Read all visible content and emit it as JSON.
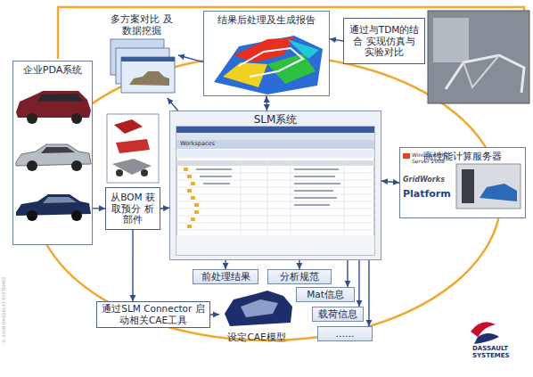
{
  "diagram": {
    "nodes": [
      {
        "text": [
          "多方案对比 及数据挖掘"
        ]
      },
      {
        "text": [
          "结果后处理及生成报告"
        ]
      },
      {
        "text": [
          "通过与TDM的结合 实现仿真与 实验对比"
        ]
      },
      {
        "text": [
          "企业PDA系统"
        ]
      },
      {
        "text": [
          "从BOM 获取预分 析部件"
        ]
      },
      {
        "text": [
          "SLM系统"
        ]
      },
      {
        "text": [
          "高性能计算服务器"
        ]
      },
      {
        "text": [
          "前处理结果"
        ]
      },
      {
        "text": [
          "分析规范"
        ]
      },
      {
        "text": [
          "Mat信息"
        ]
      },
      {
        "text": [
          "载荷信息"
        ]
      },
      {
        "text": [
          "……"
        ]
      },
      {
        "text": [
          "通过SLM Connector 启动相关CAE工具"
        ]
      },
      {
        "text": [
          "设定CAE模型"
        ]
      }
    ],
    "edges": [
      {
        "from": 5,
        "to": 0,
        "arrow": "to"
      },
      {
        "from": 1,
        "to": 5,
        "arrow": "both"
      },
      {
        "from": 2,
        "to": 1,
        "arrow": "to"
      },
      {
        "from": 1,
        "to": 0,
        "arrow": "to"
      },
      {
        "from": 5,
        "to": 6,
        "arrow": "both"
      },
      {
        "from": 3,
        "to": 4,
        "arrow": "to"
      },
      {
        "from": 4,
        "to": 5,
        "arrow": "to"
      },
      {
        "from": 4,
        "to": 12,
        "arrow": "to"
      },
      {
        "from": 12,
        "to": 13,
        "arrow": "to"
      },
      {
        "from": 5,
        "to": 7,
        "arrow": "to"
      },
      {
        "from": 5,
        "to": 8,
        "arrow": "to"
      },
      {
        "from": 5,
        "to": 9,
        "arrow": "to"
      },
      {
        "from": 5,
        "to": 10,
        "arrow": "to"
      },
      {
        "from": 5,
        "to": 11,
        "arrow": "to"
      }
    ],
    "labels": [
      "Workspaces",
      "Windows HPC Server 2008",
      "GridWorks",
      "Platform",
      "DASSAULT SYSTEMES",
      "© 2008 DASSAULT SYSTEMES"
    ]
  }
}
